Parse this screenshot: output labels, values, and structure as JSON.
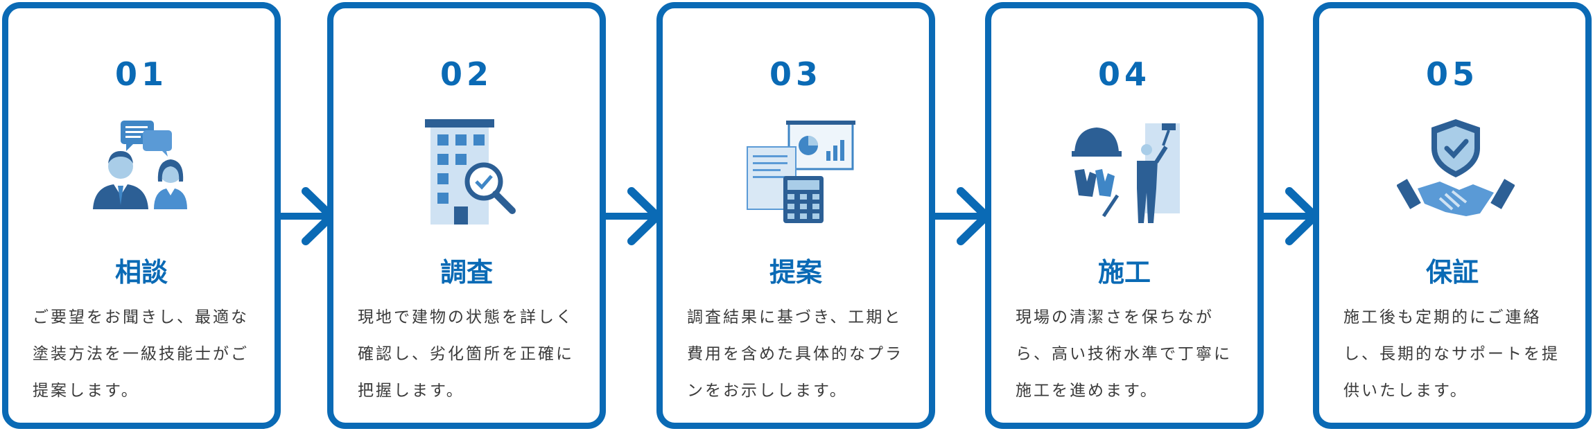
{
  "accent_color": "#0a6ab5",
  "steps": [
    {
      "number": "01",
      "title": "相談",
      "icon": "consultation-icon",
      "description": "ご要望をお聞きし、最適な塗装方法を一級技能士がご提案します。"
    },
    {
      "number": "02",
      "title": "調査",
      "icon": "building-inspection-icon",
      "description": "現地で建物の状態を詳しく確認し、劣化箇所を正確に把握します。"
    },
    {
      "number": "03",
      "title": "提案",
      "icon": "proposal-documents-icon",
      "description": "調査結果に基づき、工期と費用を含めた具体的なプランをお示しします。"
    },
    {
      "number": "04",
      "title": "施工",
      "icon": "construction-worker-icon",
      "description": "現場の清潔さを保ちながら、高い技術水準で丁寧に施工を進めます。"
    },
    {
      "number": "05",
      "title": "保証",
      "icon": "guarantee-handshake-icon",
      "description": "施工後も定期的にご連絡し、長期的なサポートを提供いたします。"
    }
  ]
}
